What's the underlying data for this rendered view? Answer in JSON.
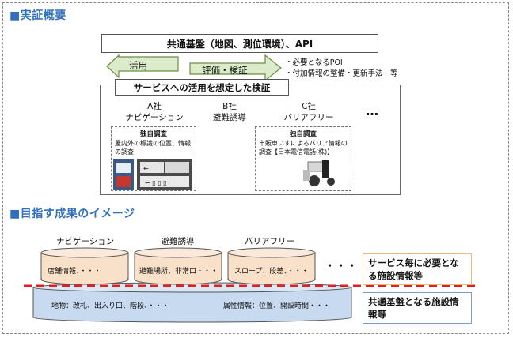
{
  "section1": {
    "title": "■実証概要"
  },
  "platform": {
    "label": "共通基盤（地図、測位環境）、API"
  },
  "arrows": {
    "use": "活用",
    "eval": "評価・検証"
  },
  "notes": [
    "・必要となるPOI",
    "・付加情報の整備・更新手法　等"
  ],
  "verification": {
    "title": "サービスへの活用を想定した検証",
    "columns": [
      {
        "company": "A社",
        "service": "ナビゲーション"
      },
      {
        "company": "B社",
        "service": "避難誘導"
      },
      {
        "company": "C社",
        "service": "バリアフリー"
      }
    ],
    "ellipsis": "…",
    "box_a": {
      "label": "独自調査",
      "text": "屋内外の標識の位置、情報の調査"
    },
    "box_c": {
      "label": "独自調査",
      "text": "市販車いすによるバリア情報の調査【日本電信電話(株)】"
    }
  },
  "section2": {
    "title": "■目指す成果のイメージ"
  },
  "services": [
    {
      "label": "ナビゲーション",
      "content": "店舗情報、・・・"
    },
    {
      "label": "避難誘導",
      "content": "避難場所、非常口・・・"
    },
    {
      "label": "バリアフリー",
      "content": "スロープ、段差、・・・"
    }
  ],
  "services_ellipsis": "・・・",
  "base": {
    "left_text": "地物：改札、出入り口、階段、・・・",
    "right_text": "属性情報：位置、開設時間・・・"
  },
  "right_boxes": {
    "service_info": "サービス毎に必要となる施設情報等",
    "common_info": "共通基盤となる施設情報等"
  },
  "colors": {
    "heading": "#2f6fbd",
    "arrow_fill": "#dcebc9",
    "arrow_stroke": "#6a8e45",
    "cyl_fill": "#f8e0c9",
    "cyl_stroke": "#555555",
    "base_fill": "#c7daf0",
    "red_line": "#e02020"
  }
}
